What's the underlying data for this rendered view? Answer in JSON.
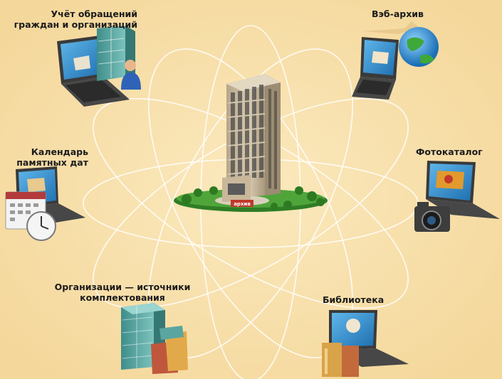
{
  "center": {
    "label": "архив",
    "icon": "archive-building-icon"
  },
  "nodes": [
    {
      "id": "citizens",
      "label": "Учёт обращений\nграждан и организаций",
      "icon": "laptop-with-server-and-person-icon"
    },
    {
      "id": "web",
      "label": "Вэб-архив",
      "icon": "laptop-with-globe-icon"
    },
    {
      "id": "calendar",
      "label": "Календарь\nпамятных дат",
      "icon": "laptop-with-calendar-and-clock-icon"
    },
    {
      "id": "photo",
      "label": "Фотокаталог",
      "icon": "laptop-with-camera-icon"
    },
    {
      "id": "sources",
      "label": "Организации — источники\nкомплектования",
      "icon": "server-and-documents-icon"
    },
    {
      "id": "library",
      "label": "Библиотека",
      "icon": "laptop-with-books-icon"
    }
  ],
  "colors": {
    "background": "#f7dfa9",
    "orbit": "#ffffff",
    "building": "#c9b99e",
    "lawn": "#3f8f2e",
    "screen": "#2f8fd0",
    "server": "#5aa5a0"
  }
}
